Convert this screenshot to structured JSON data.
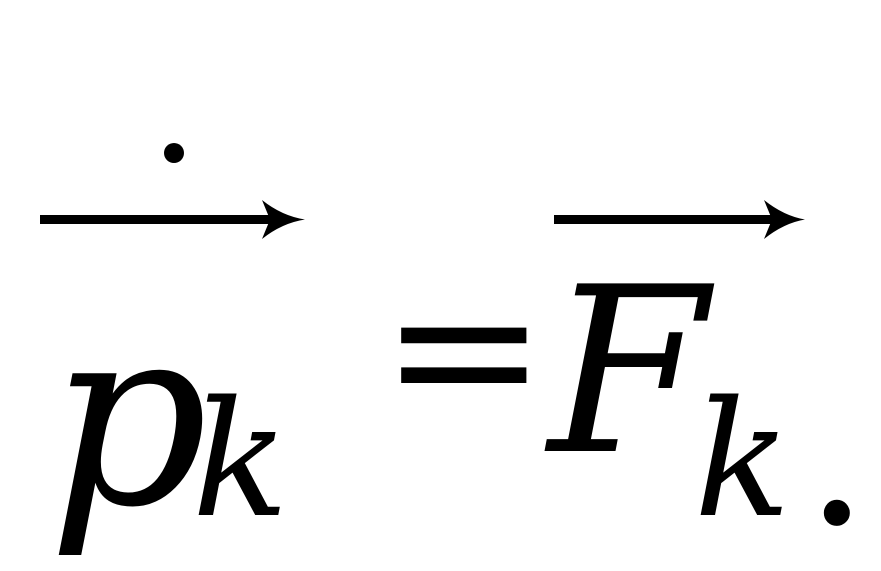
{
  "formula": {
    "lhs_symbol": "p",
    "lhs_subscript": "k",
    "relation": "=",
    "rhs_symbol": "F",
    "rhs_subscript": "k",
    "terminator": "."
  }
}
